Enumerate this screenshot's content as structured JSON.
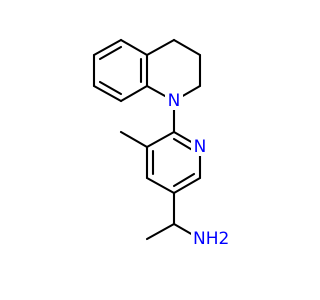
{
  "molecule": {
    "atoms": {
      "n_quinoline": {
        "symbol": "N",
        "color": "#0000ff"
      },
      "n_pyridine": {
        "symbol": "N",
        "color": "#0000ff"
      },
      "nh2": {
        "symbol": "NH2",
        "color": "#0000ff"
      }
    }
  }
}
